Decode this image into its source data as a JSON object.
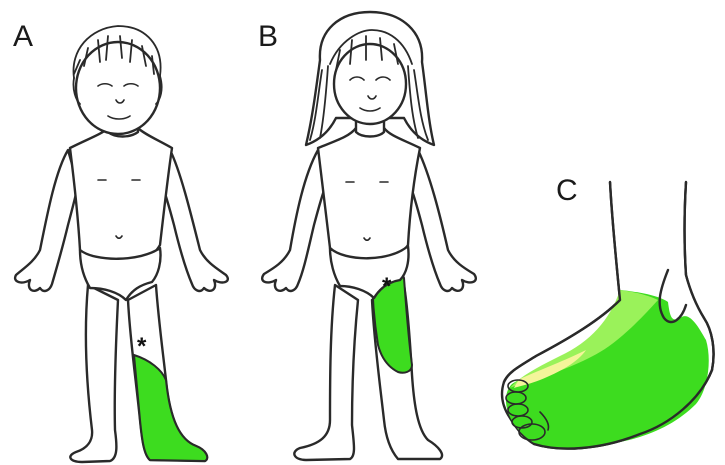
{
  "panels": {
    "a": {
      "letter": "A",
      "marker": "*"
    },
    "b": {
      "letter": "B",
      "marker": "*"
    },
    "c": {
      "letter": "C"
    }
  },
  "colors": {
    "affected_area": "#3ddc1f",
    "affected_area_light": "#9af25a",
    "affected_area_pale": "#f4f59a",
    "line_ink": "#2a2a2a"
  }
}
